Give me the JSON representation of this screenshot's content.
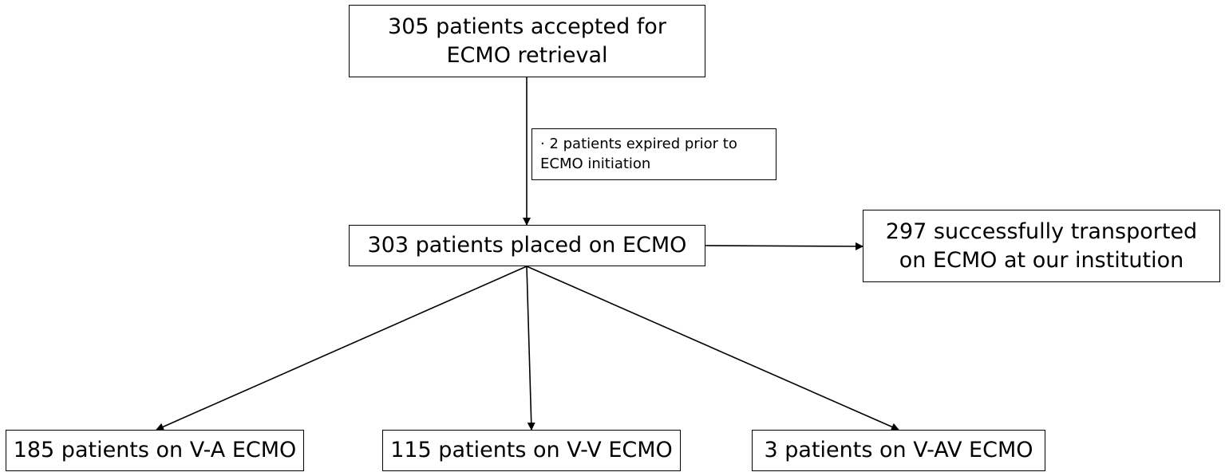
{
  "nodes": {
    "accepted": "305 patients accepted for ECMO retrieval",
    "exclusion_note": "· 2 patients expired prior to ECMO initiation",
    "placed": "303 patients placed on ECMO",
    "transported": "297 successfully transported on ECMO at our institution",
    "va": "185 patients on V-A ECMO",
    "vv": "115 patients on V-V ECMO",
    "vav": "3 patients on V-AV ECMO"
  }
}
